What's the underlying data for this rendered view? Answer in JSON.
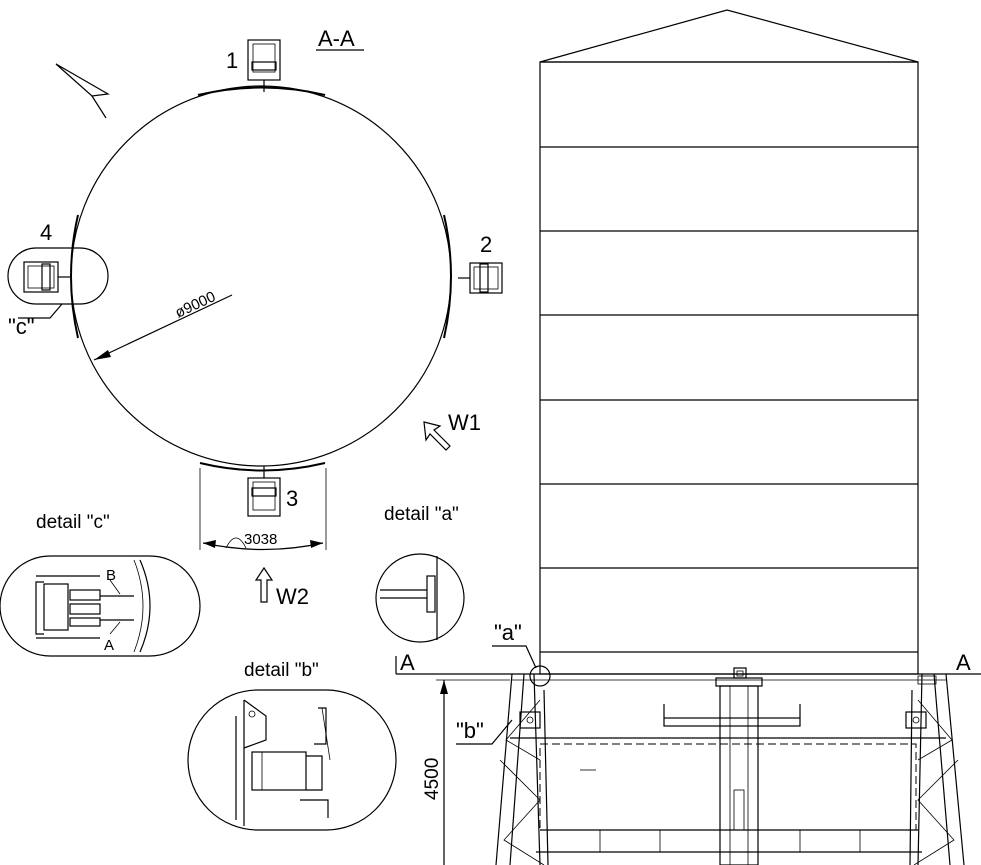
{
  "labels": {
    "section": "A-A",
    "support_1": "1",
    "support_2": "2",
    "support_3": "3",
    "support_4": "4",
    "diameter": "ø9000",
    "arc_length": "3038",
    "wind_1": "W1",
    "wind_2": "W2",
    "callout_c": "\"c\"",
    "callout_a": "\"a\"",
    "callout_b": "\"b\"",
    "detail_c": "detail \"c\"",
    "detail_a": "detail \"a\"",
    "detail_b": "detail \"b\"",
    "point_b": "B",
    "point_a": "A",
    "section_left": "A",
    "section_right": "A",
    "height": "4500"
  }
}
